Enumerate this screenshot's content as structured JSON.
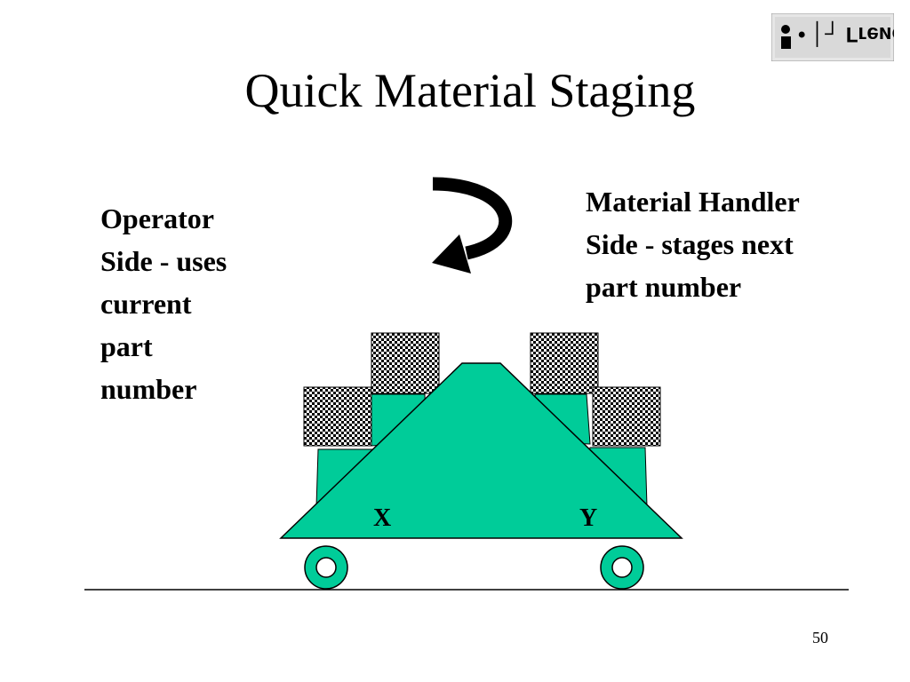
{
  "slide": {
    "title": "Quick Material Staging",
    "logo_text": "• │┐ Ггеисц",
    "operator_lines": [
      "Operator",
      "Side - uses",
      "current",
      "part",
      "number"
    ],
    "handler_lines": [
      "Material Handler",
      "Side - stages next",
      "part number"
    ],
    "label_x": "X",
    "label_y": "Y",
    "page_number": "50"
  },
  "colors": {
    "cart_fill": "#00cc99",
    "box_fill": "#000000",
    "background": "#ffffff"
  },
  "icons": {
    "rotation_arrow": "curved-arrow-icon",
    "wheel": "wheel-icon"
  }
}
